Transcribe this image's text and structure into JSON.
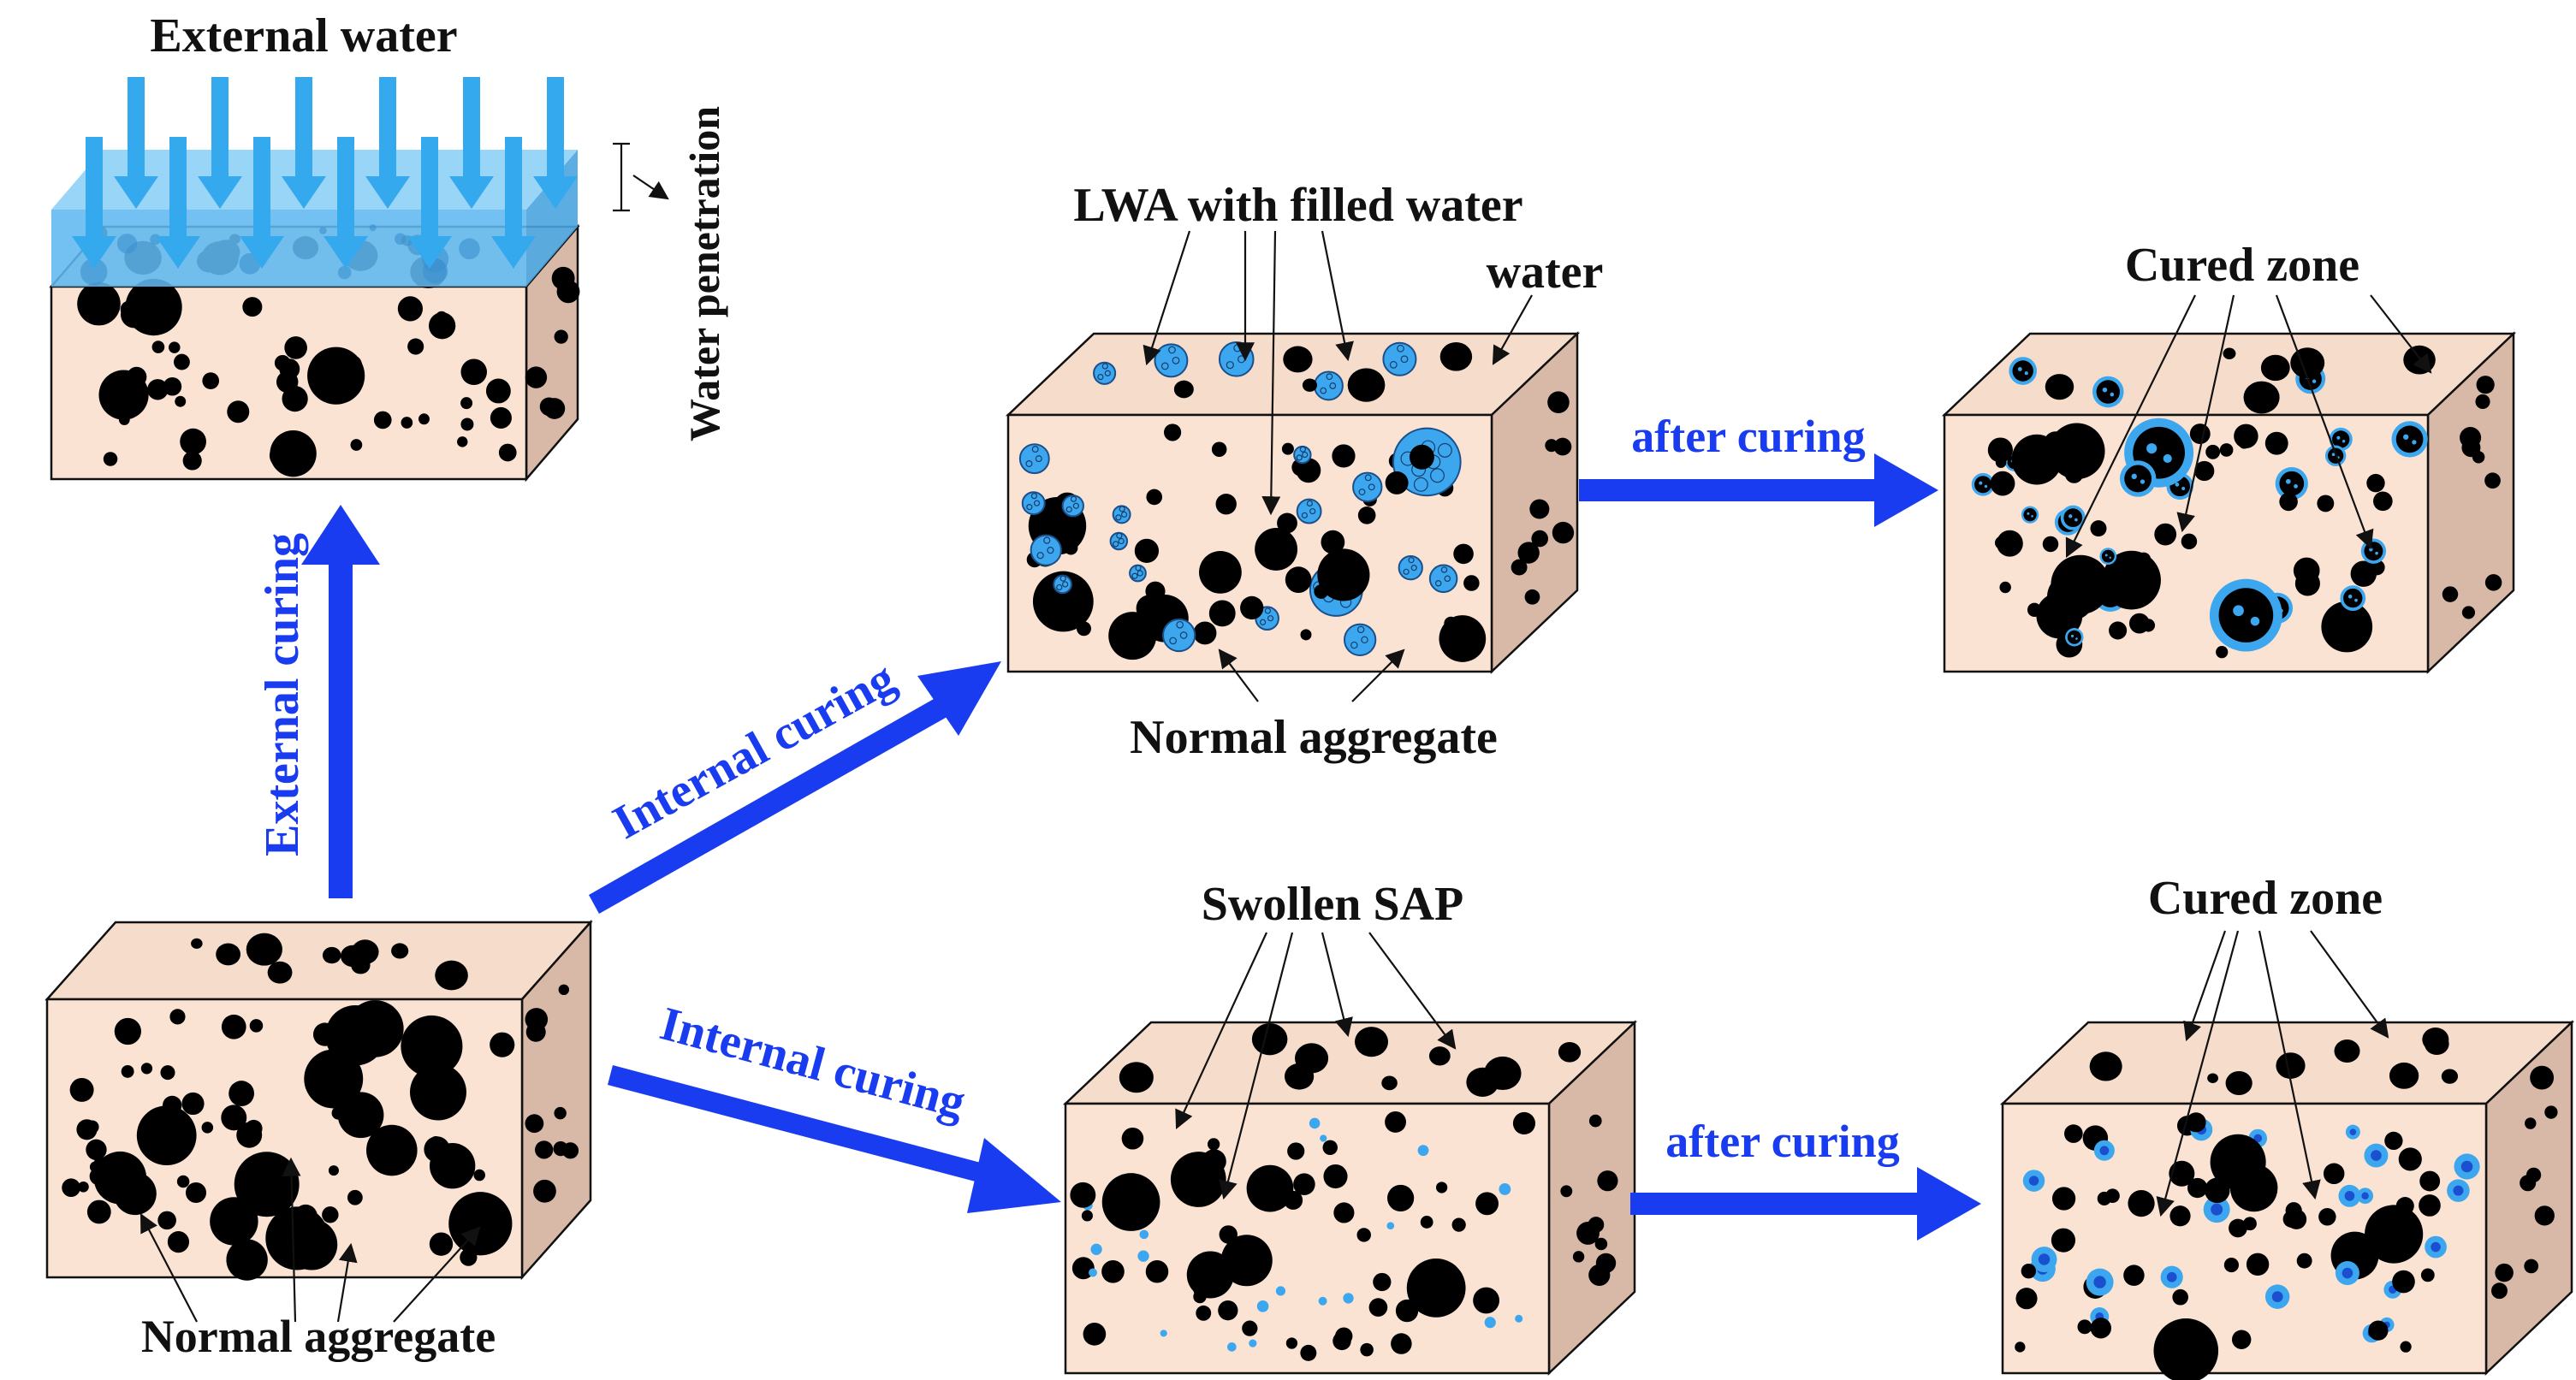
{
  "labels": {
    "external_water": "External water",
    "water_penetration": "Water penetration",
    "external_curing": "External curing",
    "internal_curing_lwa": "Internal curing",
    "internal_curing_sap": "Internal curing",
    "after_curing_lwa": "after curing",
    "after_curing_sap": "after curing",
    "lwa_with_filled_water": "LWA with filled water",
    "water": "water",
    "normal_aggregate_lwa": "Normal aggregate",
    "normal_aggregate_base": "Normal aggregate",
    "swollen_sap": "Swollen SAP",
    "cured_zone_lwa": "Cured zone",
    "cured_zone_sap": "Cured zone"
  },
  "colors": {
    "concrete_front": "#fbe3d4",
    "concrete_top": "#f6dccb",
    "concrete_side": "#d8b8a6",
    "aggregate": "#000000",
    "water_blue": "#3ca7ee",
    "water_layer": "#5fb8f0",
    "process_arrow": "#1a3cf0",
    "label_text": "#111111"
  }
}
